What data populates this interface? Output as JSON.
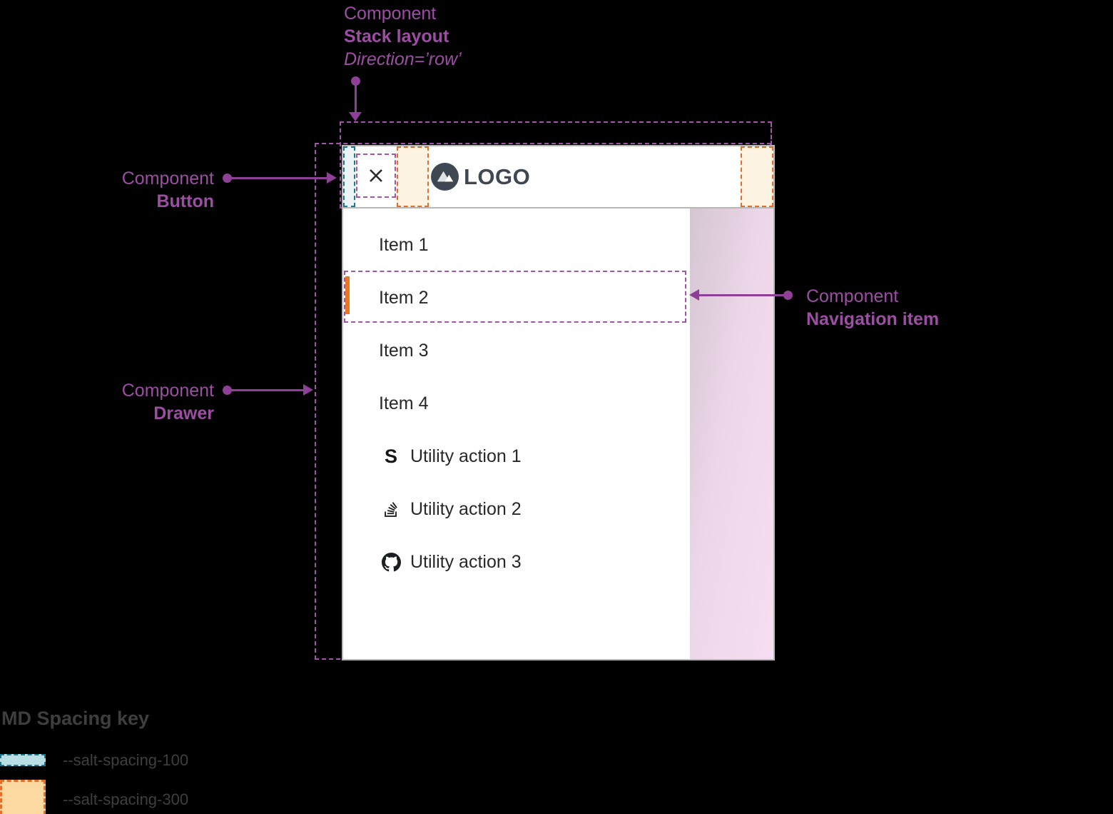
{
  "annotations": {
    "stack_layout": {
      "kicker": "Component",
      "name": "Stack layout",
      "detail": "Direction=’row’"
    },
    "button": {
      "kicker": "Component",
      "name": "Button"
    },
    "drawer": {
      "kicker": "Component",
      "name": "Drawer"
    },
    "navigation_item": {
      "kicker": "Component",
      "name": "Navigation item"
    }
  },
  "app": {
    "header": {
      "logo_text": "LOGO"
    },
    "nav_items": [
      {
        "label": "Item 1"
      },
      {
        "label": "Item 2",
        "active": true
      },
      {
        "label": "Item 3"
      },
      {
        "label": "Item 4"
      }
    ],
    "utility_actions": [
      {
        "icon": "symphony-icon",
        "glyph": "S",
        "label": "Utility action 1"
      },
      {
        "icon": "stackoverflow-icon",
        "label": "Utility action 2"
      },
      {
        "icon": "github-icon",
        "label": "Utility action 3"
      }
    ]
  },
  "legend": {
    "title": "MD Spacing key",
    "entries": [
      {
        "token": "--salt-spacing-100",
        "swatch_fill": "#b9dee3",
        "swatch_border": "#19788c"
      },
      {
        "token": "--salt-spacing-300",
        "swatch_fill": "#fbd9a1",
        "swatch_border": "#e2702a"
      }
    ]
  },
  "colors": {
    "annotation_purple": "#9c4ea3",
    "spacing_100_teal": "#1b7a8e",
    "spacing_300_orange": "#e2702a",
    "active_indicator": "#e87722",
    "logo_slate": "#3f4852"
  }
}
